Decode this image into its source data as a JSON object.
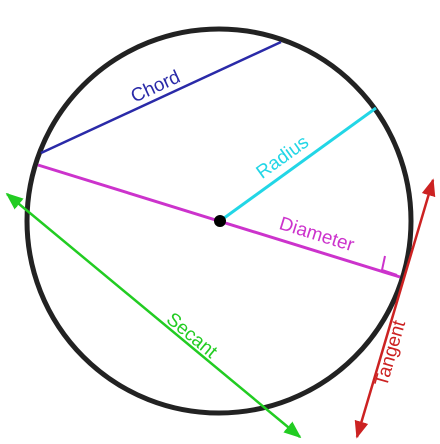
{
  "labels": {
    "chord": "Chord",
    "radius": "Radius",
    "diameter": "Diameter",
    "secant": "Secant",
    "tangent": "Tangent"
  },
  "colors": {
    "circle": "#222222",
    "chord": "#2a2aa8",
    "radius": "#22d6e6",
    "diameter": "#cc33cc",
    "secant": "#22cc22",
    "tangent": "#cc2222",
    "center": "#000000"
  }
}
